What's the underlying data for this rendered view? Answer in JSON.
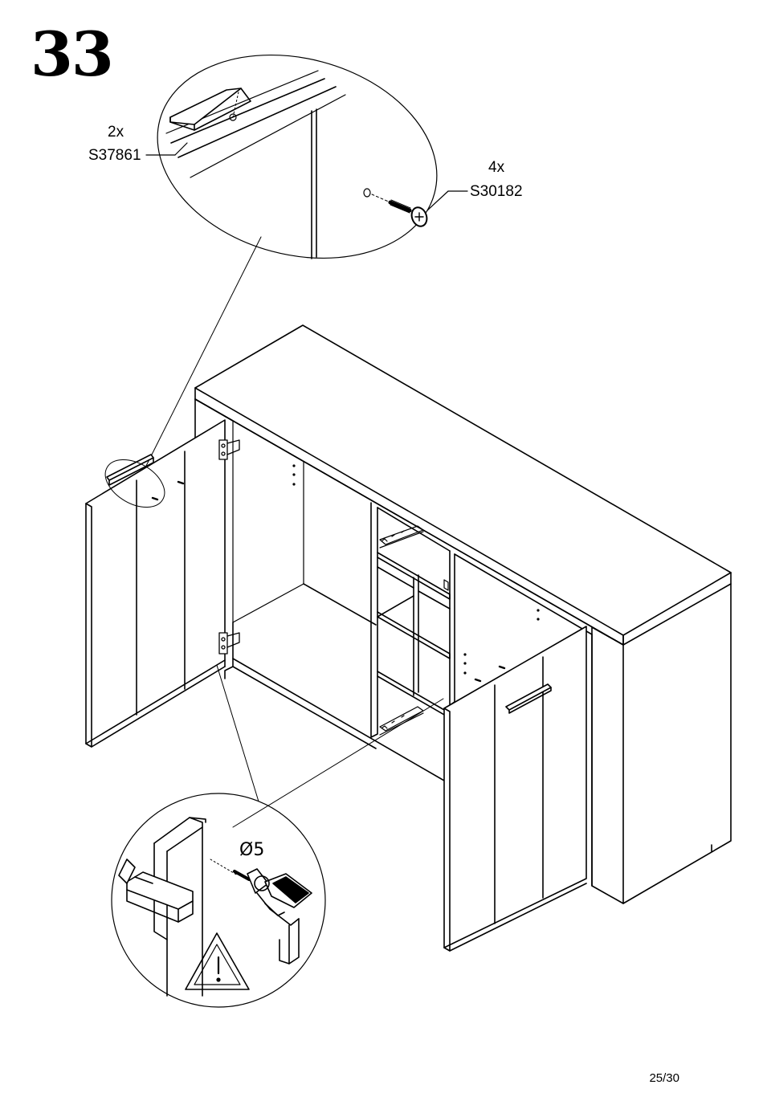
{
  "step": {
    "number": "33"
  },
  "parts": {
    "handle": {
      "quantity": "2x",
      "code": "S37861"
    },
    "screw": {
      "quantity": "4x",
      "code": "S30182"
    }
  },
  "drill": {
    "diameter": "Ø5"
  },
  "page": {
    "number": "25/30"
  },
  "icons": [
    "warning-icon",
    "drill-icon",
    "screw-icon",
    "handle-icon",
    "hinge-icon",
    "clamp-icon"
  ]
}
